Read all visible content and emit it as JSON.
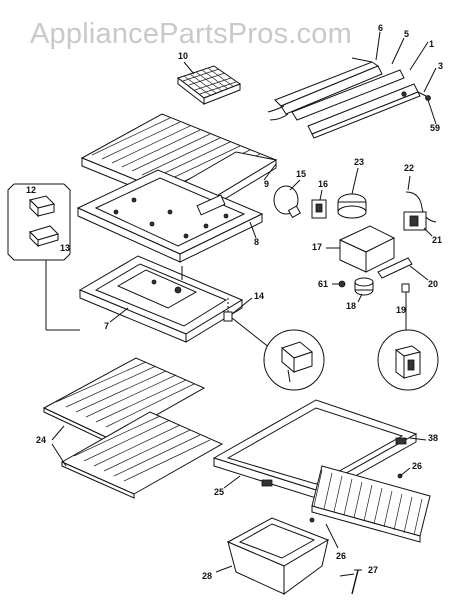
{
  "watermark": {
    "text": "AppliancePartsPros.com"
  },
  "callouts": {
    "c1": "1",
    "c3": "3",
    "c5": "5",
    "c6": "6",
    "c7": "7",
    "c8": "8",
    "c9": "9",
    "c10": "10",
    "c12": "12",
    "c13": "13",
    "c14": "14",
    "c15": "15",
    "c16": "16",
    "c17": "17",
    "c18": "18",
    "c19": "19",
    "c20": "20",
    "c21": "21",
    "c22": "22",
    "c23": "23",
    "c24": "24",
    "c25": "25",
    "c26a": "26",
    "c26b": "26",
    "c27": "27",
    "c28": "28",
    "c38": "38",
    "c59": "59",
    "c61": "61"
  }
}
